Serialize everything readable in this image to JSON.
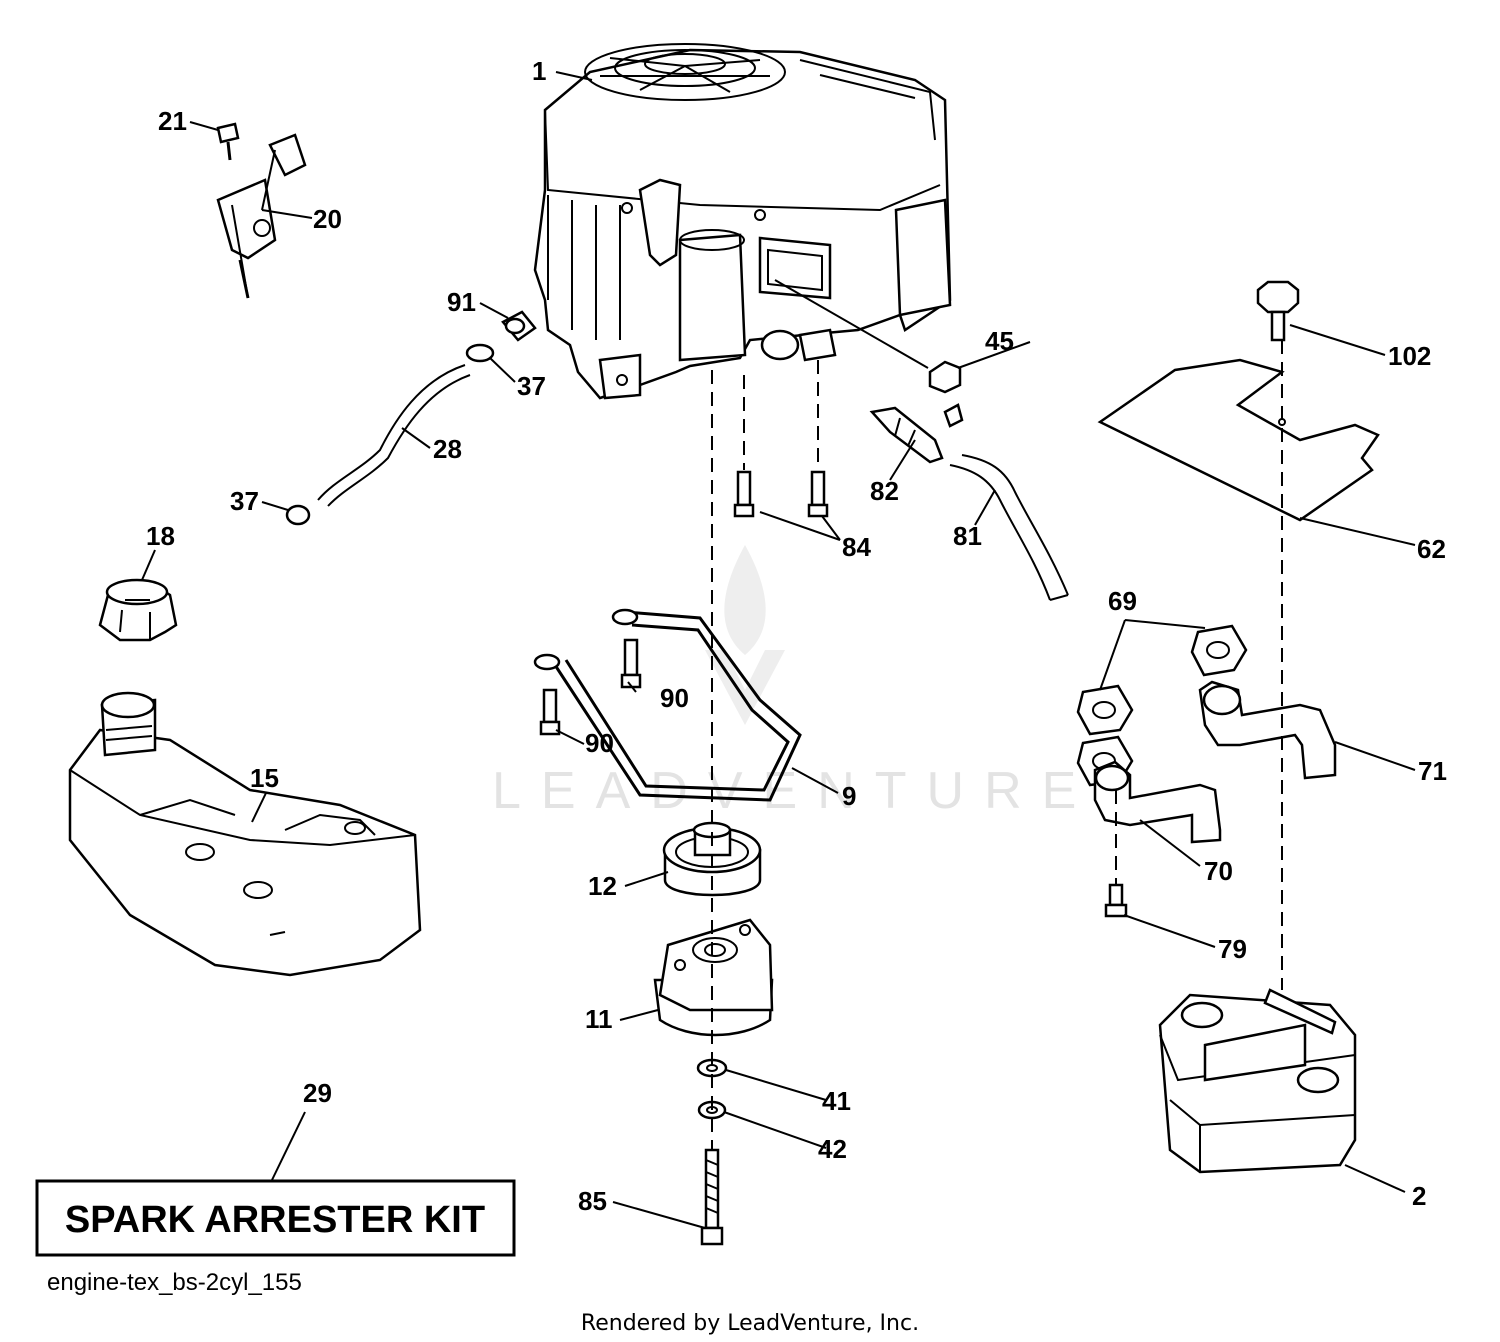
{
  "diagram": {
    "drawing_id": "engine-tex_bs-2cyl_155",
    "kit_label": "SPARK ARRESTER KIT",
    "rendered_by": "Rendered by LeadVenture, Inc.",
    "watermark": "LEADVENTURE",
    "callouts": {
      "engine": "1",
      "muffler": "2",
      "engine_bracket": "9",
      "pto_clutch": "11",
      "pulley": "12",
      "fuel_tank": "15",
      "fuel_cap": "18",
      "throttle_control": "20",
      "throttle_screw": "21",
      "fuel_hose": "28",
      "spark_arrester_kit": "29",
      "hose_clamp_top": "37",
      "hose_clamp_bottom": "37",
      "washer_41": "41",
      "washer_42": "42",
      "oil_drain_nut": "45",
      "heat_shield": "62",
      "gasket": "69",
      "exhaust_pipe_left": "70",
      "exhaust_pipe_right": "71",
      "exhaust_bolt": "79",
      "oil_drain_hose": "81",
      "oil_drain_valve": "82",
      "engine_bolts": "84",
      "clutch_bolt": "85",
      "bracket_bolt_upper": "90",
      "bracket_bolt_lower": "90",
      "fitting_91": "91",
      "shield_knob": "102"
    }
  }
}
